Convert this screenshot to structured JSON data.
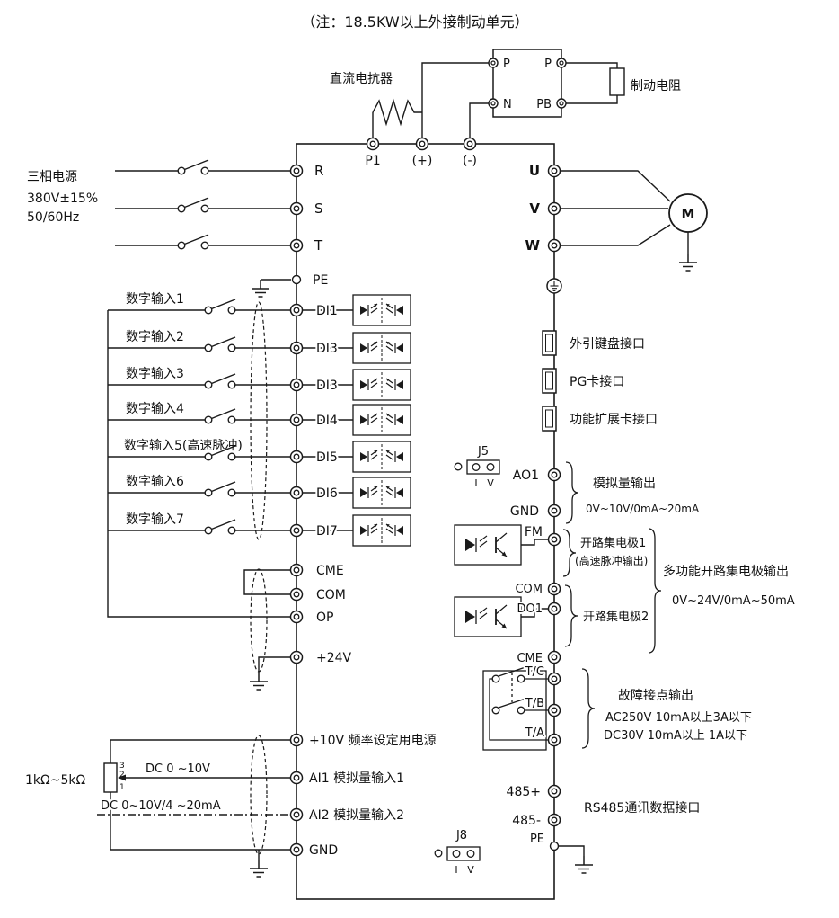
{
  "note": "（注：18.5KW以上外接制动单元）",
  "labels": {
    "reactor": "直流电抗器",
    "brake_resistor": "制动电阻",
    "source1": "三相电源",
    "source2": "380V±15%",
    "source3": "50/60Hz",
    "pot": "1kΩ~5kΩ",
    "ai1_src": "DC 0 ~10V",
    "ai2_src": "DC 0~10V/4 ~20mA"
  },
  "brake": {
    "p_left": "P",
    "n": "N",
    "p_right": "P",
    "pb": "PB"
  },
  "top_terminals": {
    "p1": "P1",
    "plus": "(+)",
    "minus": "(-)"
  },
  "pot_pins": {
    "p3": "3",
    "p2": "2",
    "p1": "1"
  },
  "left_terminals": {
    "r": "R",
    "s": "S",
    "t": "T",
    "pe": "PE",
    "cme": "CME",
    "com": "COM",
    "op": "OP",
    "v24": "+24V",
    "v10": "+10V 频率设定用电源",
    "ai1": "AI1 模拟量输入1",
    "ai2": "AI2 模拟量输入2",
    "gnd": "GND"
  },
  "digital_inputs": [
    {
      "label": "数字输入1",
      "terminal": "DI1"
    },
    {
      "label": "数字输入2",
      "terminal": "DI3"
    },
    {
      "label": "数字输入3",
      "terminal": "DI3"
    },
    {
      "label": "数字输入4",
      "terminal": "DI4"
    },
    {
      "label": "数字输入5(高速脉冲)",
      "terminal": "DI5"
    },
    {
      "label": "数字输入6",
      "terminal": "DI6"
    },
    {
      "label": "数字输入7",
      "terminal": "DI7"
    }
  ],
  "motor": {
    "u": "U",
    "v": "V",
    "w": "W",
    "m": "M"
  },
  "interfaces": [
    "外引键盘接口",
    "PG卡接口",
    "功能扩展卡接口"
  ],
  "jumpers": {
    "j5": "J5",
    "j8": "J8",
    "i": "I",
    "v": "V"
  },
  "analog_out": {
    "ao1": "AO1",
    "gnd": "GND",
    "title": "模拟量输出",
    "range": "0V~10V/0mA~20mA"
  },
  "open_collector": {
    "fm": "FM",
    "com": "COM",
    "do1": "DO1",
    "cme": "CME",
    "oc1": "开路集电极1",
    "oc1_sub": "(高速脉冲输出)",
    "oc2": "开路集电极2",
    "title": "多功能开路集电极输出",
    "range": "0V~24V/0mA~50mA"
  },
  "relay": {
    "tc": "T/C",
    "tb": "T/B",
    "ta": "T/A",
    "title": "故障接点输出",
    "spec1": "AC250V 10mA以上3A以下",
    "spec2": "DC30V 10mA以上 1A以下"
  },
  "rs485": {
    "plus": "485+",
    "minus": "485-",
    "label": "RS485通讯数据接口"
  },
  "bottom_pe": "PE"
}
